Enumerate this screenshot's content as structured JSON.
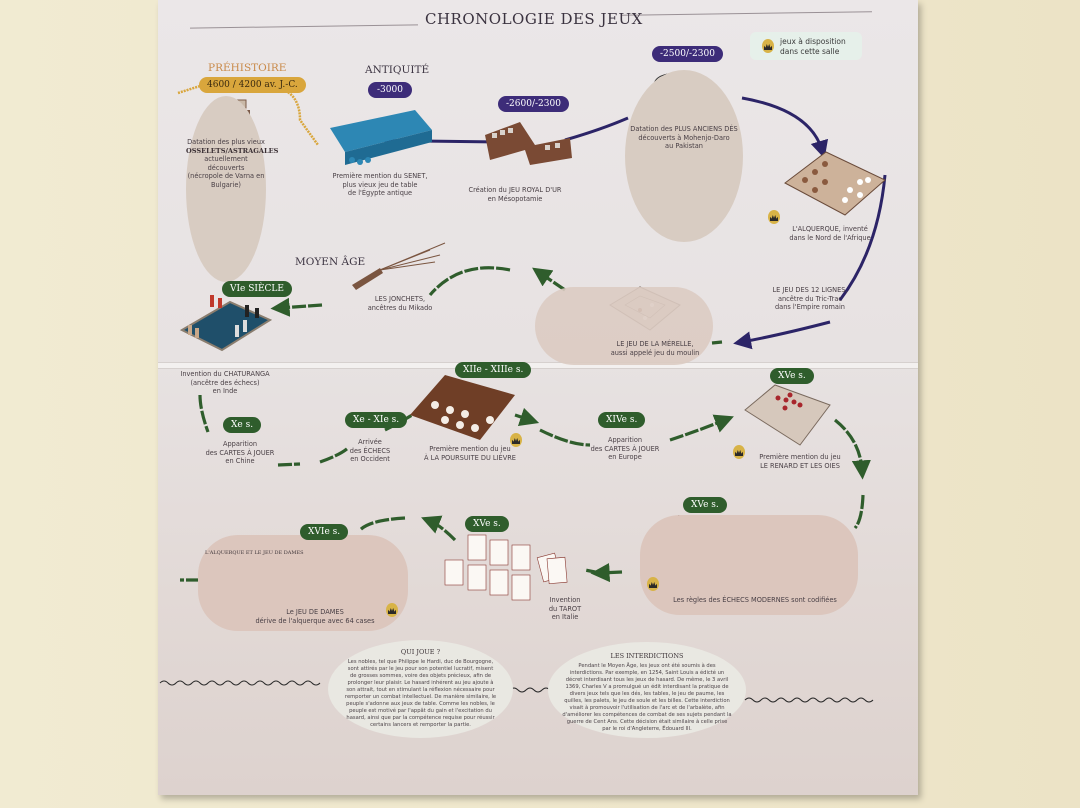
{
  "title": "CHRONOLOGIE DES JEUX",
  "legend": {
    "icon": "crown-icon",
    "line1": "jeux à disposition",
    "line2": "dans cette salle"
  },
  "eras": {
    "prehistory": "PRÉHISTOIRE",
    "antiquity": "ANTIQUITÉ",
    "middle_ages": "MOYEN ÂGE"
  },
  "colors": {
    "purple": "#3d2c79",
    "green": "#2f5d2c",
    "gold": "#d9a63c"
  },
  "events": [
    {
      "date": "4600 / 4200 av. J.-C.",
      "caption": [
        "Datation des plus vieux",
        "OSSELETS/ASTRAGALES",
        "actuellement découverts",
        "(nécropole de Varna en Bulgarie)"
      ]
    },
    {
      "date": "-3000",
      "caption": [
        "Première mention du SENET,",
        "plus vieux jeu de table",
        "de l'Égypte antique"
      ]
    },
    {
      "date": "-2600/-2300",
      "caption": [
        "Création du JEU ROYAL D'UR",
        "en Mésopotamie"
      ]
    },
    {
      "date": "-2500/-2300",
      "caption": [
        "Datation des PLUS ANCIENS DÉS",
        "découverts à Mohenjo-Daro",
        "au Pakistan"
      ]
    },
    {
      "caption": [
        "L'ALQUERQUE, inventé",
        "dans le Nord de l'Afrique"
      ]
    },
    {
      "caption": [
        "LE JEU DES 12 LIGNES,",
        "ancêtre du Tric-Trac",
        "dans l'Empire romain"
      ]
    },
    {
      "caption": [
        "LE JEU DE LA MÉRELLE,",
        "aussi appelé jeu du moulin"
      ]
    },
    {
      "caption": [
        "LES JONCHETS,",
        "ancêtres du Mikado"
      ]
    },
    {
      "date": "VIe SIÈCLE",
      "caption": [
        "Invention du CHATURANGA",
        "(ancêtre des échecs)",
        "en Inde"
      ]
    },
    {
      "date": "Xe s.",
      "caption": [
        "Apparition",
        "des CARTES À JOUER",
        "en Chine"
      ]
    },
    {
      "date": "Xe - XIe s.",
      "caption": [
        "Arrivée",
        "des ÉCHECS",
        "en Occident"
      ]
    },
    {
      "date": "XIIe - XIIIe s.",
      "caption": [
        "Première mention du jeu",
        "À LA POURSUITE DU LIÈVRE"
      ]
    },
    {
      "date": "XIVe s.",
      "caption": [
        "Apparition",
        "des CARTES À JOUER",
        "en Europe"
      ]
    },
    {
      "date": "XVe s.",
      "caption": [
        "Première mention du jeu",
        "LE RENARD ET LES OIES"
      ]
    },
    {
      "date": "XVe s.",
      "caption": [
        "Les règles des ÉCHECS MODERNES sont codifiées"
      ]
    },
    {
      "date": "XVe s.",
      "caption": [
        "Invention",
        "du TAROT",
        "en Italie"
      ]
    },
    {
      "date": "XVIe s.",
      "heading": "L'ALQUERQUE ET LE JEU DE DAMES",
      "caption": [
        "Le JEU DE DAMES",
        "dérive de l'alquerque avec 64 cases"
      ]
    }
  ],
  "boxes": [
    {
      "title": "QUI JOUE ?",
      "text": "Les nobles, tel que Philippe le Hardi, duc de Bourgogne, sont attirés par le jeu pour son potentiel lucratif, misent de grosses sommes, voire des objets précieux, afin de prolonger leur plaisir. Le hasard inhérent au jeu ajoute à son attrait, tout en stimulant la réflexion nécessaire pour remporter un combat intellectuel. De manière similaire, le peuple s'adonne aux jeux de table. Comme les nobles, le peuple est motivé par l'appât du gain et l'excitation du hasard, ainsi que par la compétence requise pour réussir certains lancers et remporter la partie."
    },
    {
      "title": "LES INTERDICTIONS",
      "text": "Pendant le Moyen Âge, les jeux ont été soumis à des interdictions. Par exemple, en 1254, Saint Louis a édicté un décret interdisant tous les jeux de hasard. De même, le 3 avril 1369, Charles V a promulgué un édit interdisant la pratique de divers jeux tels que les dés, les tables, le jeu de paume, les quilles, les palets, le jeu de soule et les billes. Cette interdiction visait à promouvoir l'utilisation de l'arc et de l'arbalète, afin d'améliorer les compétences de combat de ses sujets pendant la guerre de Cent Ans. Cette décision était similaire à celle prise par le roi d'Angleterre, Édouard III."
    }
  ]
}
